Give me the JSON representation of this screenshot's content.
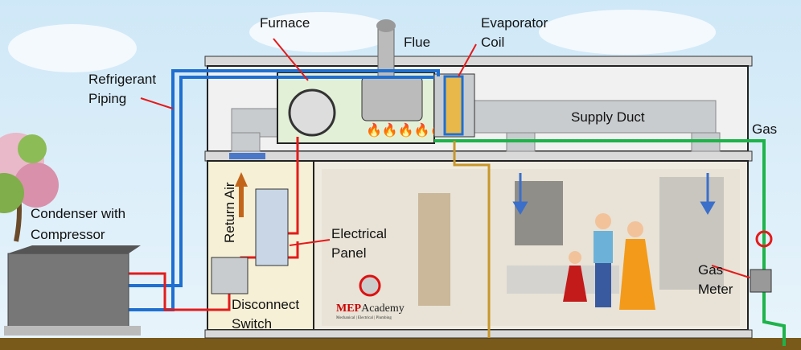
{
  "labels": {
    "furnace": "Furnace",
    "flue": "Flue",
    "evaporator_line1": "Evaporator",
    "evaporator_line2": "Coil",
    "refrigerant_line1": "Refrigerant",
    "refrigerant_line2": "Piping",
    "supply_duct": "Supply Duct",
    "gas": "Gas",
    "condenser_line1": "Condenser with",
    "condenser_line2": "Compressor",
    "return_air": "Return Air",
    "electrical_line1": "Electrical",
    "electrical_line2": "Panel",
    "gas_meter_line1": "Gas",
    "gas_meter_line2": "Meter",
    "disconnect_line1": "Disconnect",
    "disconnect_line2": "Switch"
  },
  "logo": {
    "mep": "MEP",
    "academy": "Academy",
    "tagline": "Mechanical | Electrical | Plumbing"
  },
  "colors": {
    "refrigerant": "#1f6fd1",
    "electrical": "#e31b1b",
    "gas": "#1db34a",
    "drain": "#c8962a",
    "furnace_box": "#e3f0d8",
    "duct": "#c9cccf",
    "ground": "#7a5a1a"
  }
}
